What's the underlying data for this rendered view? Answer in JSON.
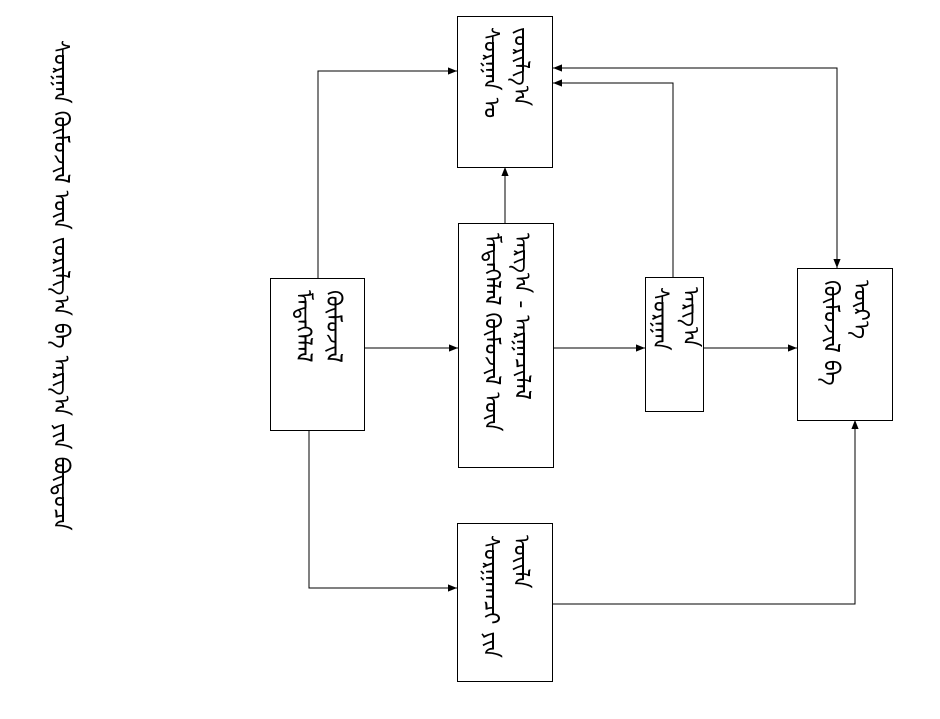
{
  "title": "ᠰᠤᠷᠭᠠᠨ ᠬᠦᠮᠦᠵᠢᠯ ᠦᠨ ᠵᠣᠷᠢᠯᠭ᠎ᠠ ᠪᠠ ᠠᠷᠭ᠎ᠠ ᠶᠢᠨ ᠪᠦᠲᠦᠴᠡ",
  "boxes": {
    "top": "ᠰᠤᠷᠭᠠᠨ ᠤ ᠵᠣᠷᠢᠯᠭ᠎ᠠ",
    "left": "ᠮᠡᠳᠡᠭᠡᠯᠡᠯ ᠬᠦᠮᠦᠵᠢᠯ",
    "center": "ᠮᠡᠳᠡᠭᠡᠯᠡᠯ ᠬᠦᠮᠦᠵᠢᠯ ᠦᠨ ᠠᠷᠭ᠎ᠠ - ᠠᠷᠭᠠᠴᠢᠯᠠᠯ",
    "middle_right": "ᠰᠤᠷᠭᠠᠨ ᠠᠷᠭ᠎ᠠ",
    "right": "ᠬᠦᠮᠦᠵᠢᠯ ᠪᠠ ᠦᠷ᠎ᠡ",
    "bottom": "ᠰᠤᠷᠭᠠᠭᠴᠢ ᠶᠢᠨ ᠦᠢᠯᠡ"
  }
}
